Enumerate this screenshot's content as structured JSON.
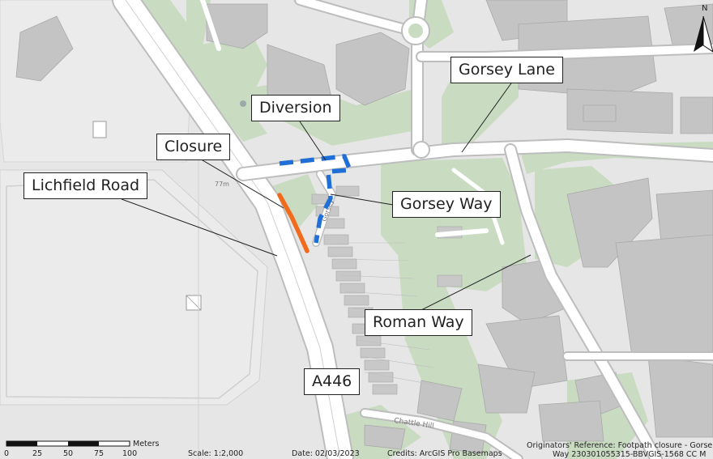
{
  "labels": {
    "gorsey_lane": "Gorsey Lane",
    "diversion": "Diversion",
    "closure": "Closure",
    "lichfield_road": "Lichfield Road",
    "gorsey_way": "Gorsey Way",
    "roman_way": "Roman Way",
    "a446": "A446"
  },
  "basemap_text": {
    "elevation": "77m",
    "gorsey_street": "Gorsey",
    "chattle_hill": "Chattle Hill"
  },
  "north_arrow": {
    "letter": "N"
  },
  "scale_bar": {
    "unit": "Meters",
    "ticks": [
      "0",
      "25",
      "50",
      "75",
      "100"
    ]
  },
  "footer": {
    "scale": "Scale: 1:2,000",
    "date": "Date: 02/03/2023",
    "credits": "Credits: ArcGIS Pro Basemaps",
    "reference_line1": "Originators' Reference: Footpath closure - Gorse",
    "reference_line2": "Way  230301055315-BBVGIS-1568 CC  M"
  },
  "colors": {
    "closure": "#f26b1d",
    "diversion": "#1f6fd6",
    "green": "#c9dcc1",
    "building": "#c4c4c4",
    "road": "#ffffff"
  }
}
